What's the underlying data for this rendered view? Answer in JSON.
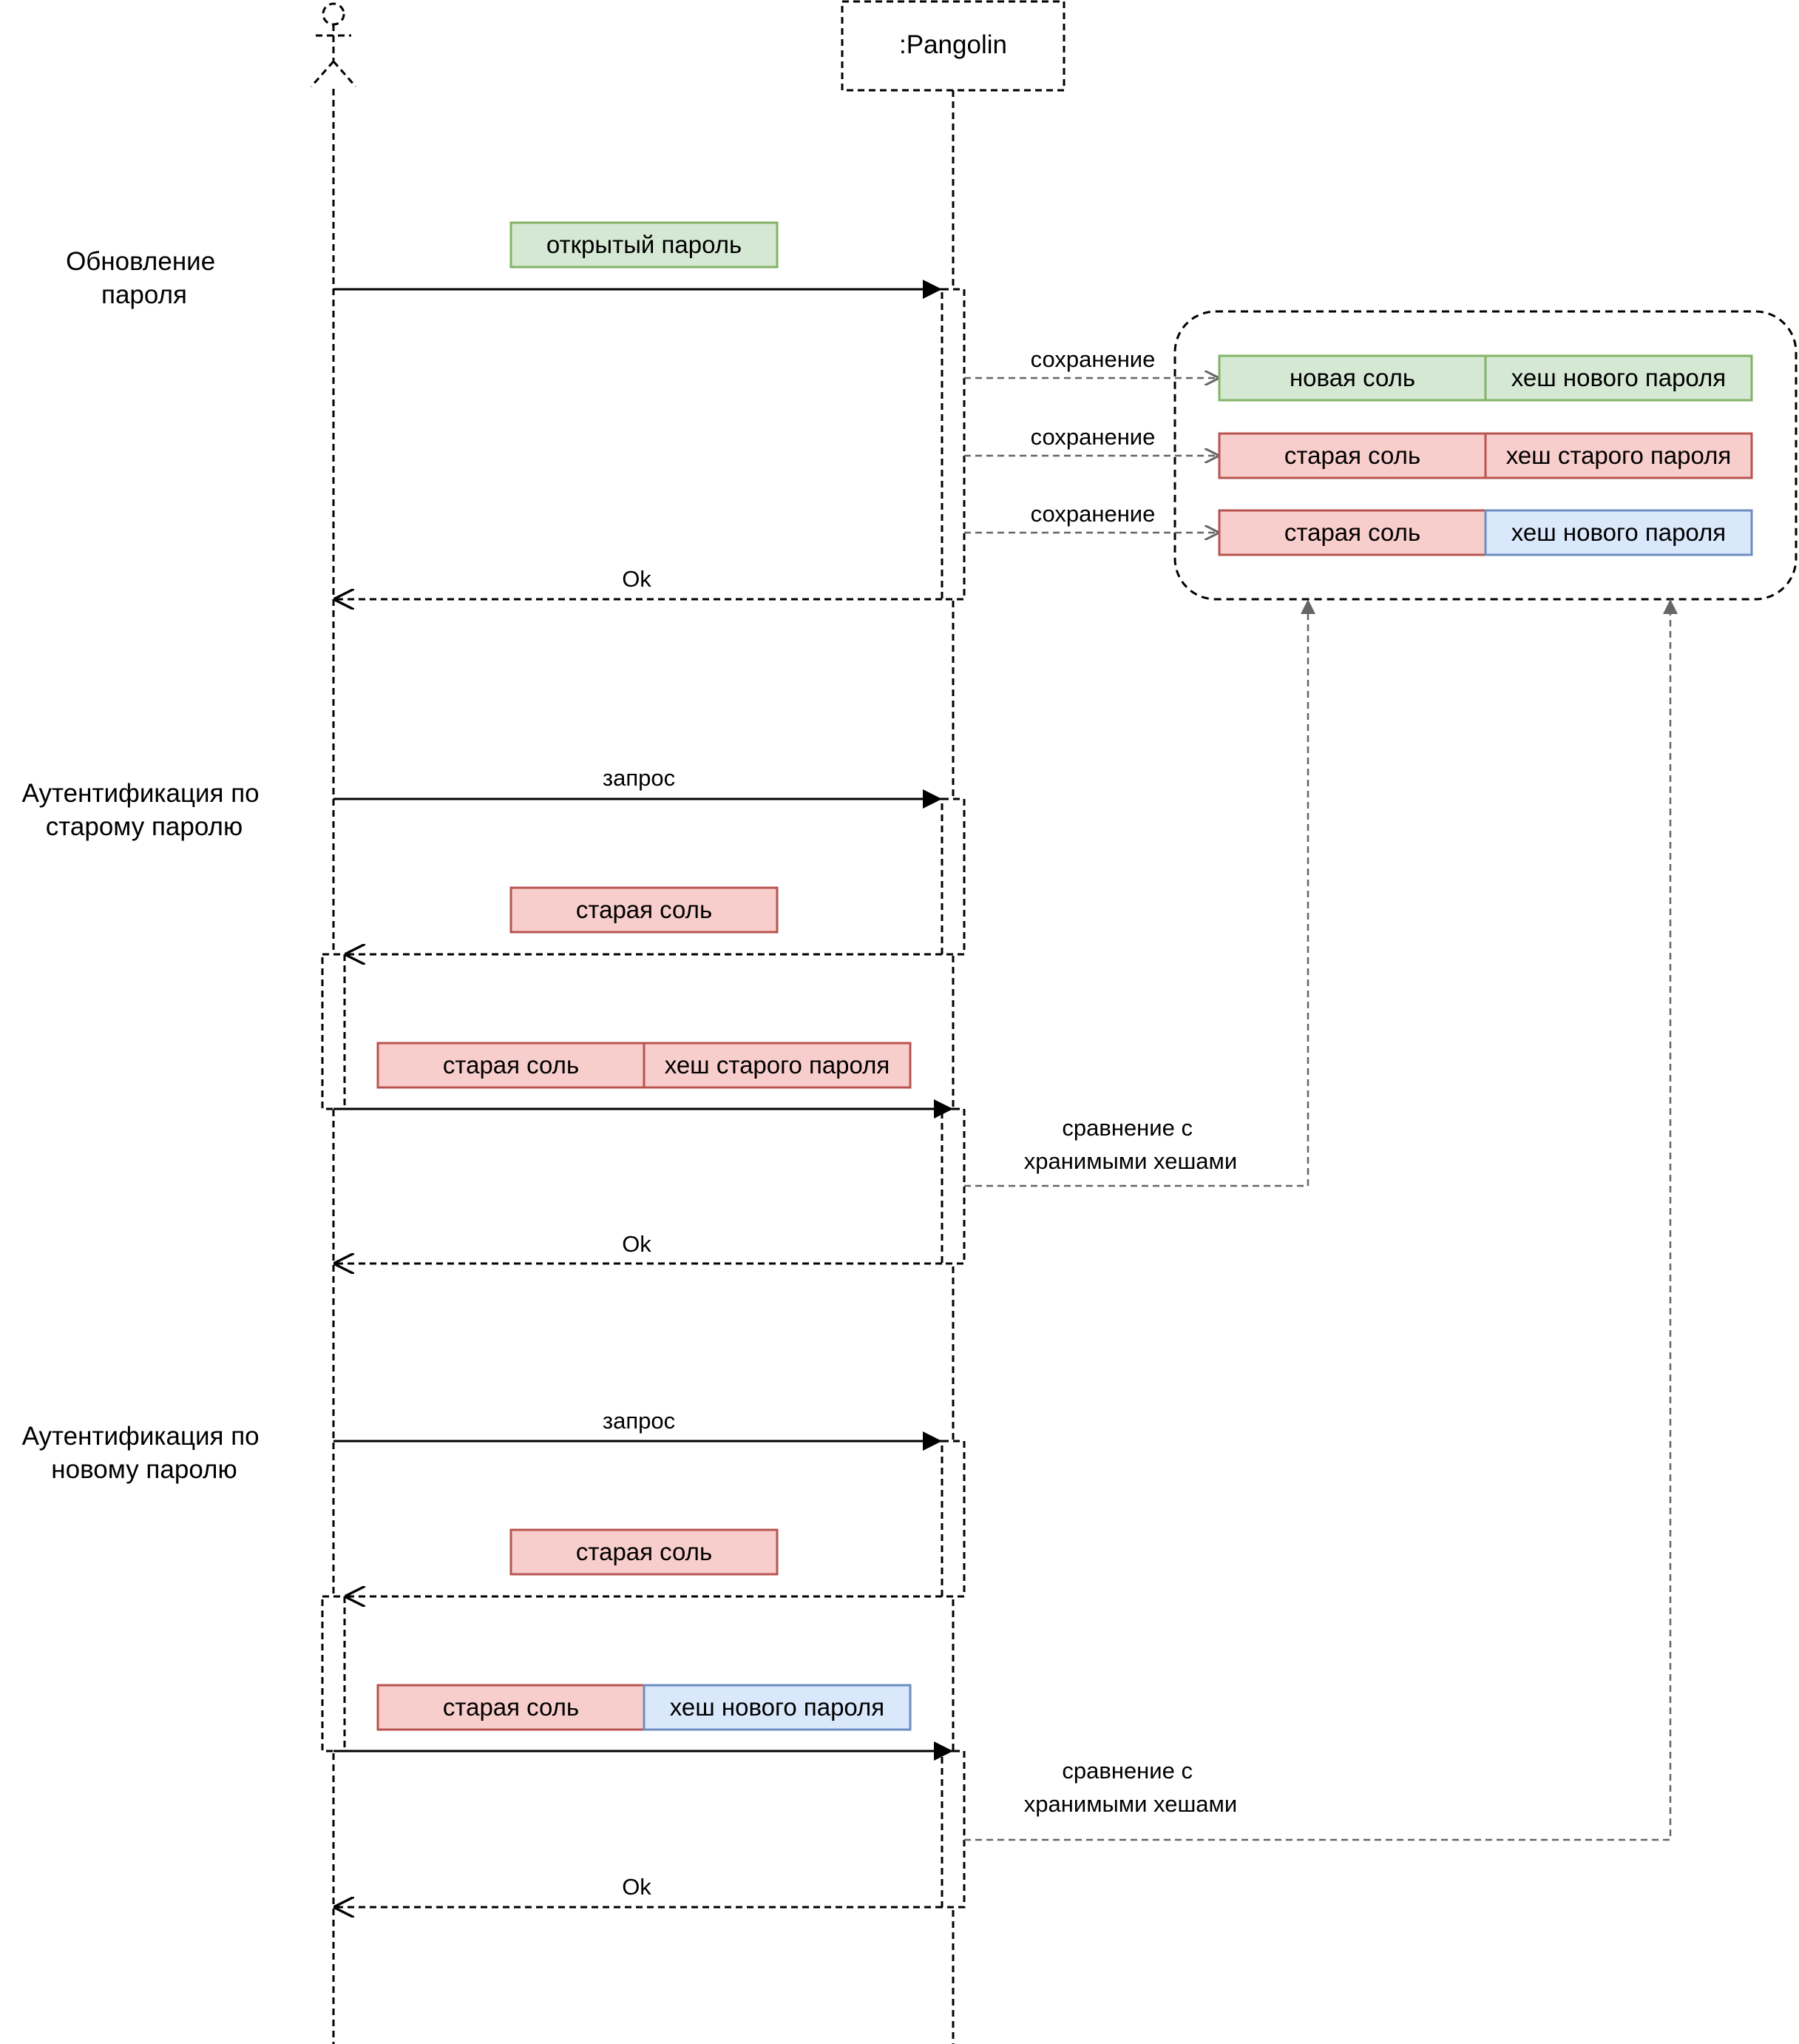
{
  "participant": {
    "name": ":Pangolin"
  },
  "sections": {
    "update": [
      "Обновление",
      "пароля"
    ],
    "auth_old": [
      "Аутентификация по",
      "старому паролю"
    ],
    "auth_new": [
      "Аутентификация по",
      "новому паролю"
    ]
  },
  "messages": {
    "plain_password": "открытый пароль",
    "save": "сохранение",
    "ok": "Ok",
    "request": "запрос",
    "compare": [
      "сравнение с",
      "хранимыми хешами"
    ]
  },
  "fields": {
    "new_salt": "новая соль",
    "old_salt": "старая соль",
    "new_hash": "хеш нового пароля",
    "old_hash": "хеш старого пароля"
  },
  "colors": {
    "green_fill": "#d5e8d4",
    "green_stroke": "#82b366",
    "red_fill": "#f8cecc",
    "red_stroke": "#b85450",
    "blue_fill": "#dae8fc",
    "blue_stroke": "#6c8ebf",
    "line": "#000000",
    "storage_arrow": "#666666"
  }
}
